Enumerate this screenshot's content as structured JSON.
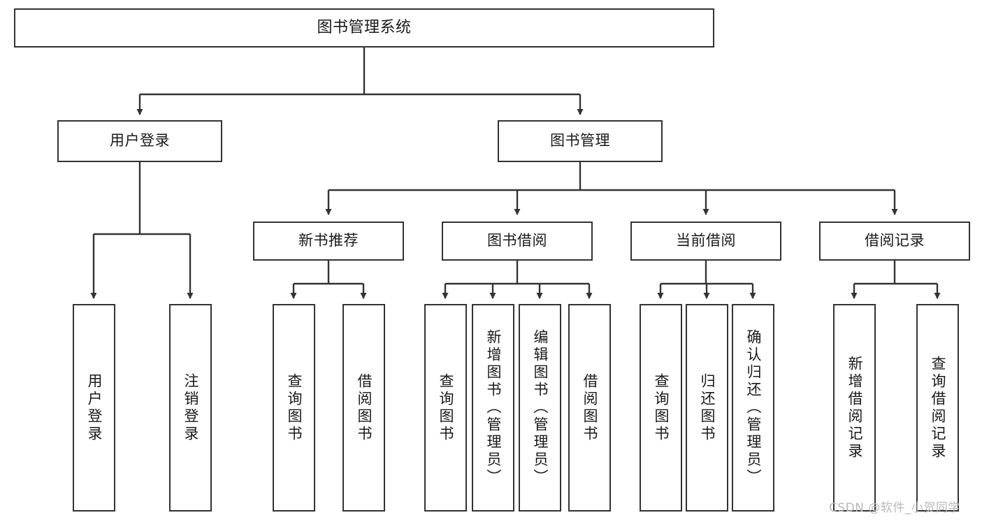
{
  "diagram": {
    "type": "tree-hierarchy",
    "title": "图书管理系统",
    "orientation": "top-down",
    "edge_style": "orthogonal-arrow",
    "colors": {
      "box_border": "#333333",
      "box_fill": "#ffffff",
      "edge": "#333333",
      "text": "#1a1a1a",
      "watermark": "#b9b9b9",
      "background": "#ffffff"
    }
  },
  "watermark": "CSDN @软件_小贺同学",
  "nodes": {
    "root": {
      "label": "图书管理系统",
      "level": 0
    },
    "level1": [
      {
        "id": "user-login",
        "label": "用户登录"
      },
      {
        "id": "book-manage",
        "label": "图书管理"
      }
    ],
    "level2": [
      {
        "id": "new-book-recommend",
        "label": "新书推荐",
        "parent": "book-manage"
      },
      {
        "id": "book-borrow",
        "label": "图书借阅",
        "parent": "book-manage"
      },
      {
        "id": "current-borrow",
        "label": "当前借阅",
        "parent": "book-manage"
      },
      {
        "id": "borrow-record",
        "label": "借阅记录",
        "parent": "book-manage"
      }
    ],
    "leaves": {
      "user-login": [
        {
          "id": "leaf-user-login",
          "label": "用户登录"
        },
        {
          "id": "leaf-logout",
          "label": "注销登录"
        }
      ],
      "new-book-recommend": [
        {
          "id": "leaf-query-book-1",
          "label": "查询图书"
        },
        {
          "id": "leaf-borrow-book-1",
          "label": "借阅图书"
        }
      ],
      "book-borrow": [
        {
          "id": "leaf-query-book-2",
          "label": "查询图书"
        },
        {
          "id": "leaf-add-book",
          "label": "新增图书（管理员）"
        },
        {
          "id": "leaf-edit-book",
          "label": "编辑图书（管理员）"
        },
        {
          "id": "leaf-borrow-book-2",
          "label": "借阅图书"
        }
      ],
      "current-borrow": [
        {
          "id": "leaf-query-book-3",
          "label": "查询图书"
        },
        {
          "id": "leaf-return-book",
          "label": "归还图书"
        },
        {
          "id": "leaf-confirm-return",
          "label": "确认归还（管理员）"
        }
      ],
      "borrow-record": [
        {
          "id": "leaf-add-record",
          "label": "新增借阅记录"
        },
        {
          "id": "leaf-query-record",
          "label": "查询借阅记录"
        }
      ]
    }
  }
}
